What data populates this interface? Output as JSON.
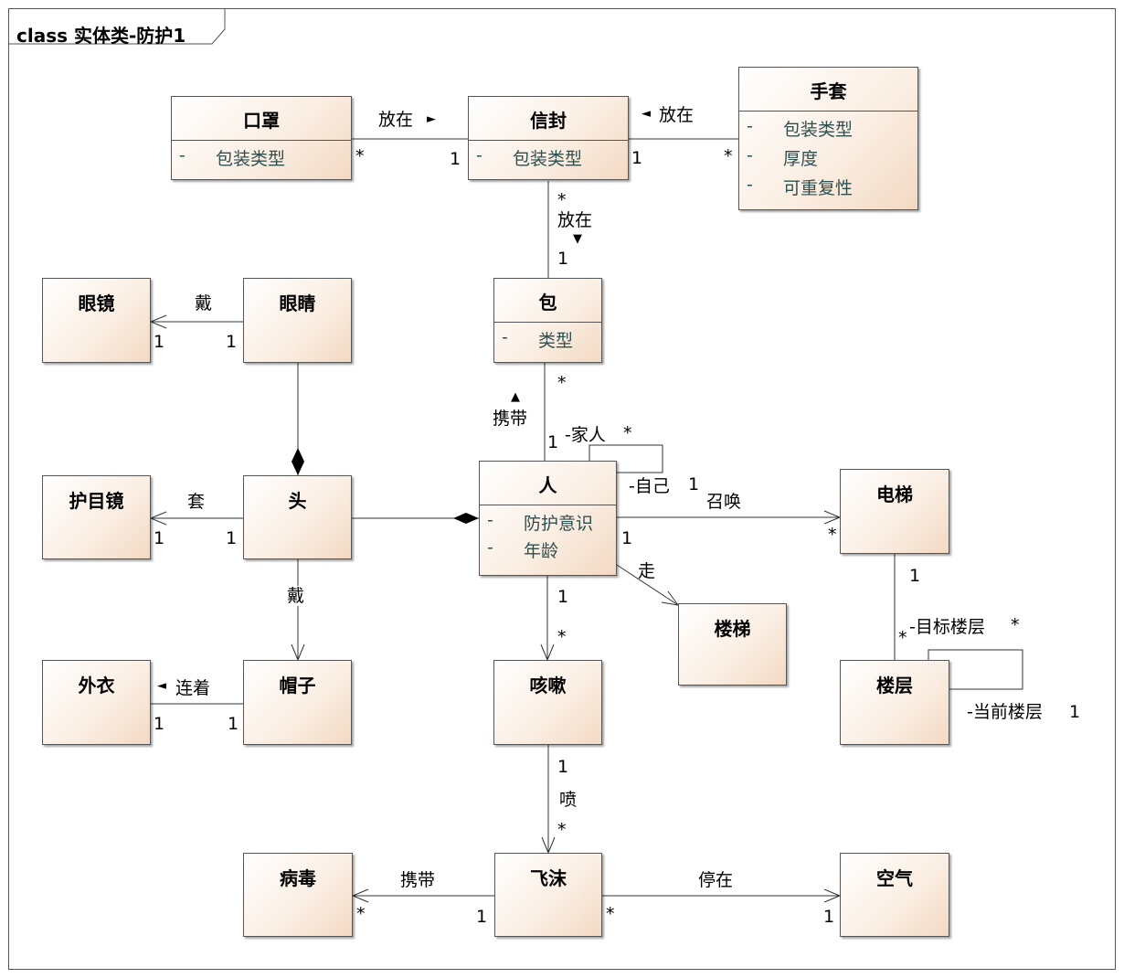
{
  "diagram": {
    "title": "class 实体类-防护1"
  },
  "classes": {
    "mask": {
      "name": "口罩",
      "attrs": [
        {
          "vis": "-",
          "name": "包装类型"
        }
      ]
    },
    "envelope": {
      "name": "信封",
      "attrs": [
        {
          "vis": "-",
          "name": "包装类型"
        }
      ]
    },
    "gloves": {
      "name": "手套",
      "attrs": [
        {
          "vis": "-",
          "name": "包装类型"
        },
        {
          "vis": "-",
          "name": "厚度"
        },
        {
          "vis": "-",
          "name": "可重复性"
        }
      ]
    },
    "bag": {
      "name": "包",
      "attrs": [
        {
          "vis": "-",
          "name": "类型"
        }
      ]
    },
    "person": {
      "name": "人",
      "attrs": [
        {
          "vis": "-",
          "name": "防护意识"
        },
        {
          "vis": "-",
          "name": "年龄"
        }
      ]
    },
    "glasses": {
      "name": "眼镜"
    },
    "eyes": {
      "name": "眼睛"
    },
    "goggles": {
      "name": "护目镜"
    },
    "head": {
      "name": "头"
    },
    "coat": {
      "name": "外衣"
    },
    "hat": {
      "name": "帽子"
    },
    "cough": {
      "name": "咳嗽"
    },
    "stairs": {
      "name": "楼梯"
    },
    "elevator": {
      "name": "电梯"
    },
    "floor": {
      "name": "楼层"
    },
    "virus": {
      "name": "病毒"
    },
    "droplet": {
      "name": "飞沫"
    },
    "air": {
      "name": "空气"
    }
  },
  "associations": {
    "mask_envelope": {
      "label": "放在",
      "src_mult": "*",
      "dst_mult": "1"
    },
    "gloves_envelope": {
      "label": "放在",
      "src_mult": "*",
      "dst_mult": "1"
    },
    "envelope_bag": {
      "label": "放在",
      "src_mult": "*",
      "dst_mult": "1"
    },
    "eyes_glasses": {
      "label": "戴",
      "src_mult": "1",
      "dst_mult": "1"
    },
    "head_goggles": {
      "label": "套",
      "src_mult": "1",
      "dst_mult": "1"
    },
    "head_hat": {
      "label": "戴"
    },
    "hat_coat": {
      "label": "连着",
      "src_mult": "1",
      "dst_mult": "1"
    },
    "person_bag": {
      "label": "携带",
      "src_mult": "1",
      "dst_mult": "*"
    },
    "person_self": {
      "role_a": "-家人",
      "mult_a": "*",
      "role_b": "-自己",
      "mult_b": "1"
    },
    "person_elevator": {
      "label": "召唤",
      "src_mult": "1",
      "dst_mult": "*"
    },
    "person_stairs": {
      "label": "走"
    },
    "person_cough": {
      "src_mult": "1",
      "dst_mult": "*"
    },
    "elevator_floor": {
      "src_mult": "1",
      "role": "-目标楼层",
      "dst_mult": "*",
      "extra_mult": "*"
    },
    "floor_self": {
      "role": "-当前楼层",
      "mult": "1"
    },
    "cough_droplet": {
      "label": "喷",
      "src_mult": "1",
      "dst_mult": "*"
    },
    "droplet_virus": {
      "label": "携带",
      "src_mult": "1",
      "dst_mult": "*"
    },
    "droplet_air": {
      "label": "停在",
      "src_mult": "*",
      "dst_mult": "1"
    }
  }
}
